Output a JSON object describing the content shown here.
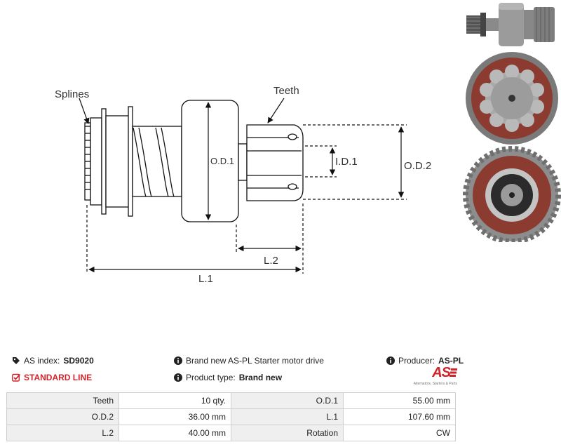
{
  "drawing": {
    "labels": {
      "splines": "Splines",
      "teeth": "Teeth",
      "od1": "O.D.1",
      "od2": "O.D.2",
      "id1": "I.D.1",
      "l1": "L.1",
      "l2": "L.2"
    }
  },
  "info": {
    "as_index_label": "AS index:",
    "as_index_value": "SD9020",
    "description": "Brand new AS-PL Starter motor drive",
    "producer_label": "Producer:",
    "producer_value": "AS-PL",
    "standard_line": "STANDARD LINE",
    "product_type_label": "Product type:",
    "product_type_value": "Brand new"
  },
  "logo": {
    "text": "AS",
    "tagline": "Alternators, Starters & Parts"
  },
  "specs": [
    [
      {
        "label": "Teeth",
        "value": "10 qty."
      },
      {
        "label": "O.D.1",
        "value": "55.00 mm"
      }
    ],
    [
      {
        "label": "O.D.2",
        "value": "36.00 mm"
      },
      {
        "label": "L.1",
        "value": "107.60 mm"
      }
    ],
    [
      {
        "label": "L.2",
        "value": "40.00 mm"
      },
      {
        "label": "Rotation",
        "value": "CW"
      }
    ]
  ],
  "colors": {
    "accent_red": "#d2232a",
    "label_cell_bg": "#efefef",
    "border": "#cfcfcf"
  }
}
